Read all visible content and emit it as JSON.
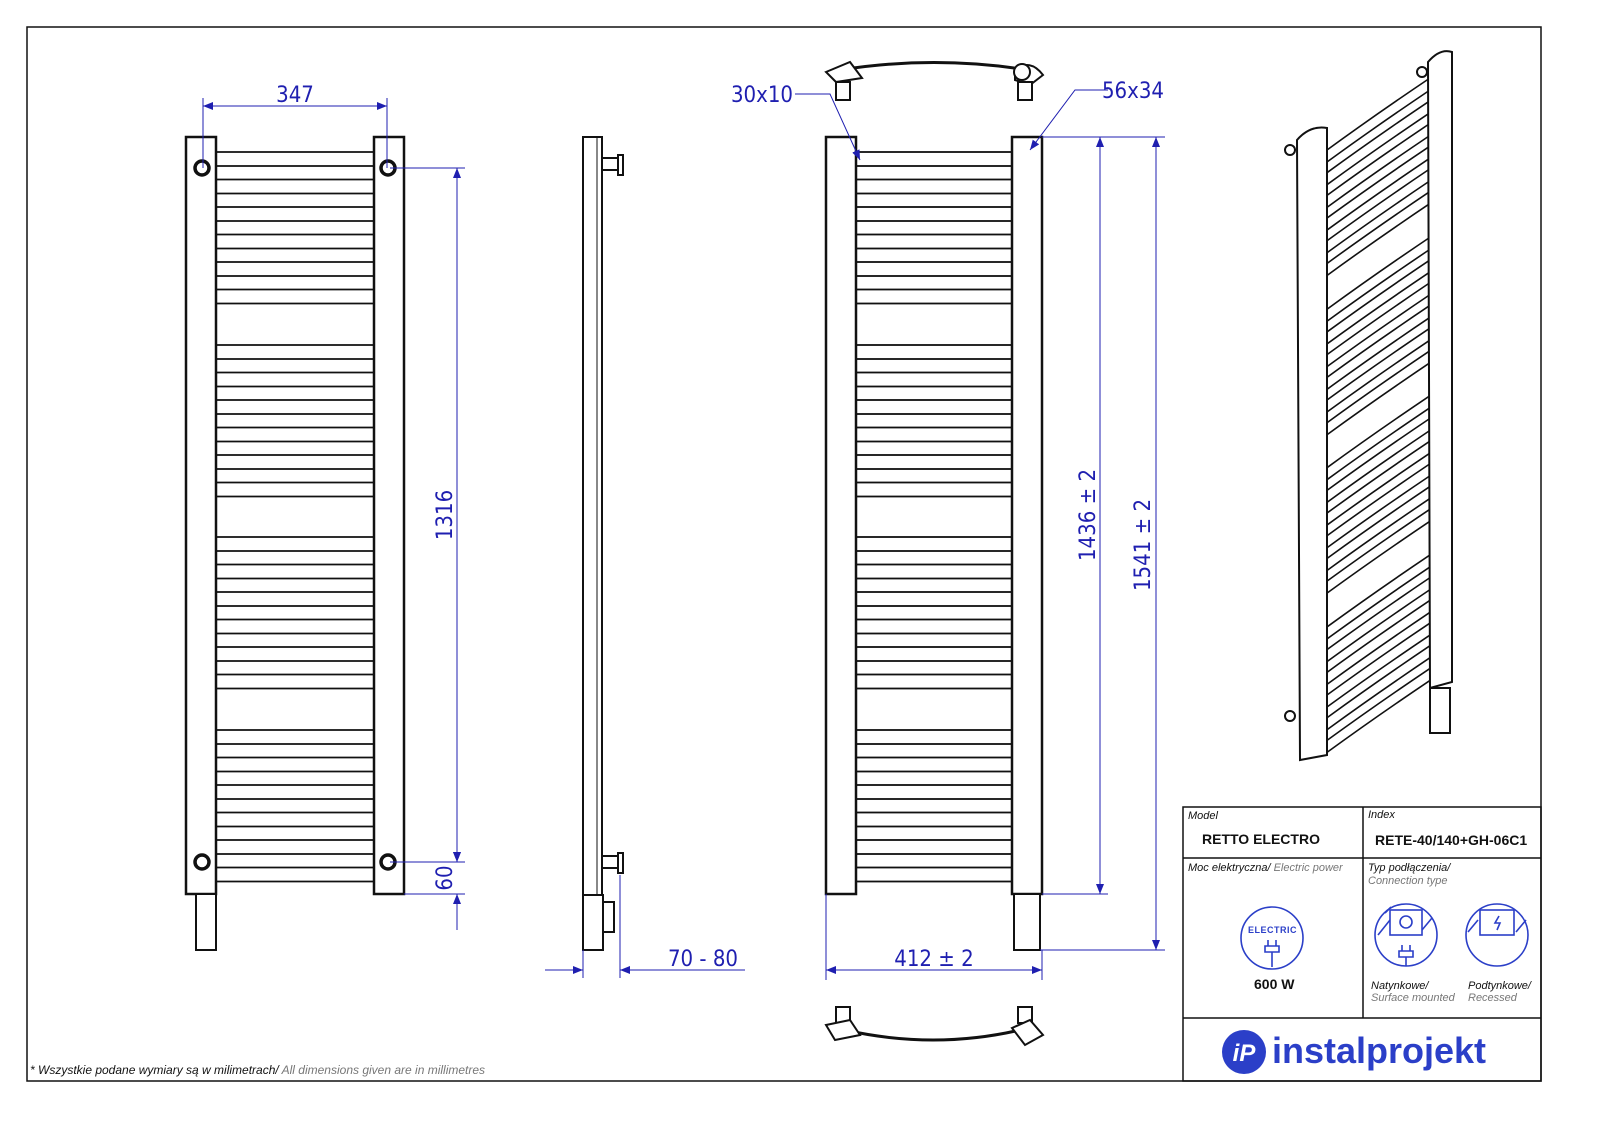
{
  "dimensions": {
    "width_axis": "347",
    "height_axis": "1316",
    "bottom_offset": "60",
    "wall_distance": "70 - 80",
    "width_total": "412  ± 2",
    "height_body": "1436  ± 2",
    "height_total": "1541  ± 2",
    "bar_profile": "30x10",
    "upright_profile": "56x34"
  },
  "title_block": {
    "model_label": "Model",
    "model_value": "RETTO ELECTRO",
    "index_label": "Index",
    "index_value": "RETE-40/140+GH-06C1",
    "power_label_pl": "Moc elektryczna/",
    "power_label_en": " Electric power",
    "power_badge": "ELECTRIC",
    "power_value": "600 W",
    "connection_label_pl": "Typ podłączenia/",
    "connection_label_en": "Connection type",
    "surface_pl": "Natynkowe/",
    "surface_en": "Surface mounted",
    "recessed_pl": "Podtynkowe/",
    "recessed_en": "Recessed",
    "brand": "instalprojekt",
    "brand_mark": "iP"
  },
  "footnote": {
    "pl": "* Wszystkie podane wymiary są w milimetrach/",
    "en": " All dimensions given are in millimetres"
  },
  "colors": {
    "dimension": "#1f1fb0",
    "brand": "#2b3fc8",
    "line": "#111111"
  }
}
